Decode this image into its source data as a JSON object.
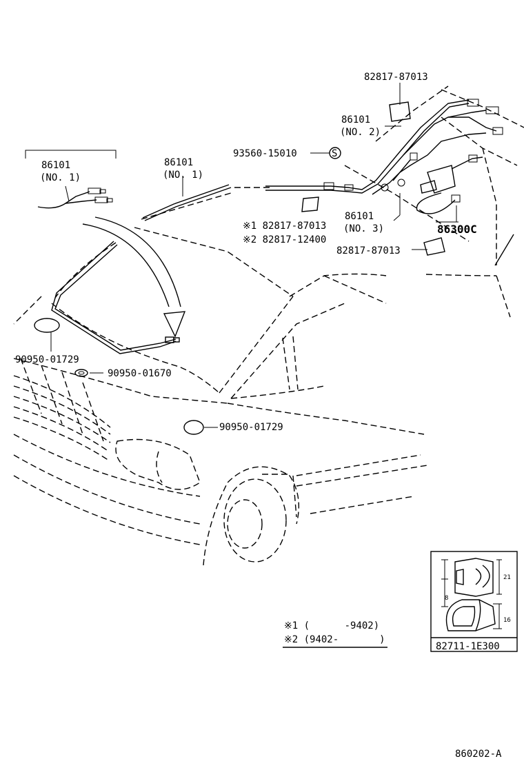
{
  "diagram_code": "860202-A",
  "labels": {
    "cord_left_part": "86101",
    "cord_left_no": "(NO. 1)",
    "cord_mid_part": "86101",
    "cord_mid_no": "(NO. 1)",
    "cord_no2_part": "86101",
    "cord_no2_no": "(NO. 2)",
    "cord_no3_part": "86101",
    "cord_no3_no": "(NO. 3)",
    "label_top": "82817-87013",
    "label_bottom": "82817-87013",
    "label_alt1": "※1 82817-87013",
    "label_alt2": "※2 82817-12400",
    "seal_part": "93560-15010",
    "seal_symbol": "S",
    "amplifier_part": "86300C",
    "plug_upper": "90950-01729",
    "grommet": "90950-01670",
    "plug_lower": "90950-01729"
  },
  "legend": {
    "line1": "※1 (      -9402)",
    "line2": "※2 (9402-       )"
  },
  "clip_detail": {
    "part": "82711-1E300",
    "dim_top": "21",
    "dim_left": "8",
    "dim_bottom": "16"
  }
}
